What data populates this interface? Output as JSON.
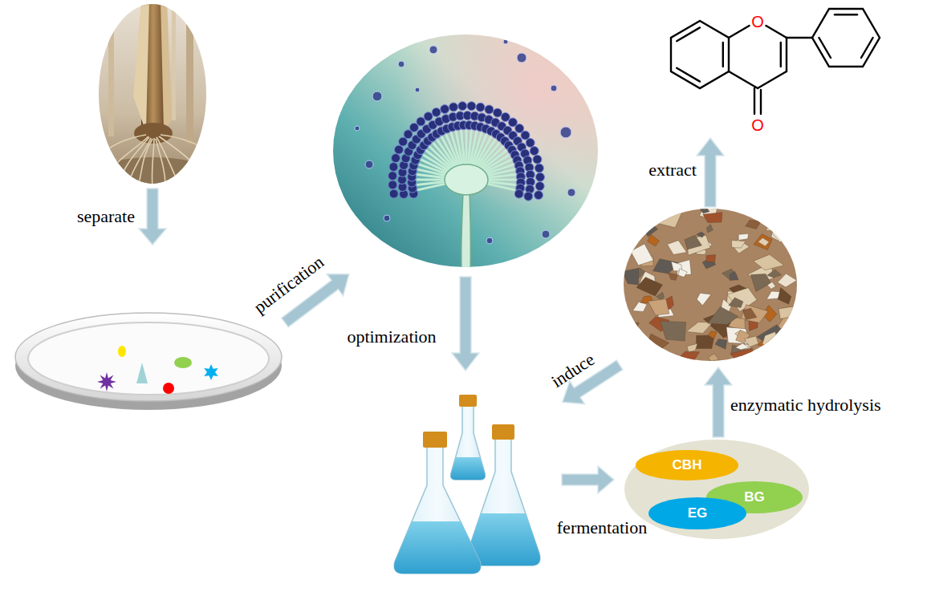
{
  "diagram": {
    "nodes": [
      {
        "text": [
          "CBH"
        ]
      },
      {
        "text": [
          "BG"
        ]
      },
      {
        "text": [
          "EG"
        ]
      }
    ],
    "labels": [
      "separate",
      "purification",
      "optimization",
      "induce",
      "fermentation",
      "enzymatic hydrolysis",
      "extract",
      "O",
      "O"
    ]
  }
}
